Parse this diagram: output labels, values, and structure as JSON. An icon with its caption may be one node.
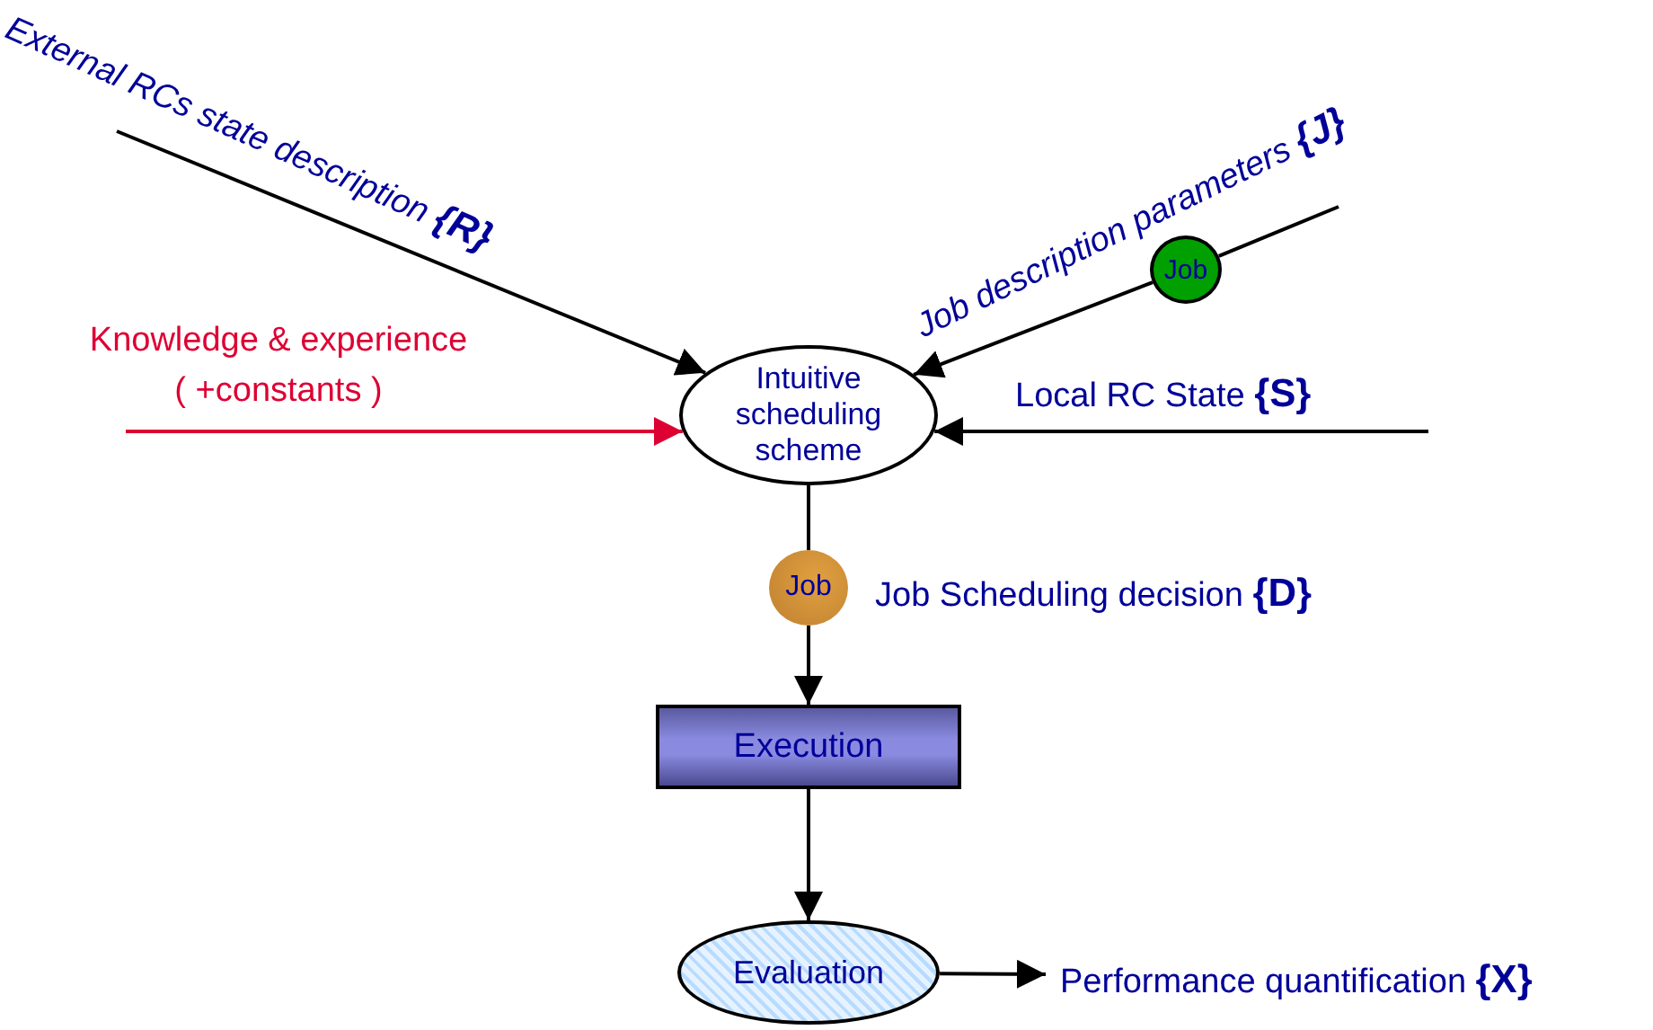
{
  "diagram": {
    "nodes": [
      {
        "text": [
          "Intuitive scheduling scheme"
        ]
      },
      {
        "text": [
          "Job"
        ]
      },
      {
        "text": [
          "Job"
        ],
        "beside": [
          "Job Scheduling decision **{D}**"
        ]
      },
      {
        "text": [
          "Execution"
        ]
      },
      {
        "text": [
          "Evaluation"
        ]
      }
    ],
    "edges": [
      {
        "from": null,
        "to": 0,
        "arrow": "to",
        "label": "External RCs state description **{R}**"
      },
      {
        "from": null,
        "to": 0,
        "arrow": "to",
        "label": "Knowledge & experience ( +constants )",
        "color": "#dd0033"
      },
      {
        "from": null,
        "to": 1,
        "arrow": "none"
      },
      {
        "from": 1,
        "to": 0,
        "arrow": "to",
        "label": "Job description parameters **{J}**"
      },
      {
        "from": null,
        "to": 0,
        "arrow": "to",
        "label": "Local RC State **{S}**"
      },
      {
        "from": 0,
        "to": 2,
        "arrow": "none"
      },
      {
        "from": 2,
        "to": 3,
        "arrow": "to"
      },
      {
        "from": 3,
        "to": 4,
        "arrow": "to"
      },
      {
        "from": 4,
        "to": null,
        "arrow": "to",
        "label": "Performance quantification **{X}**"
      }
    ]
  }
}
